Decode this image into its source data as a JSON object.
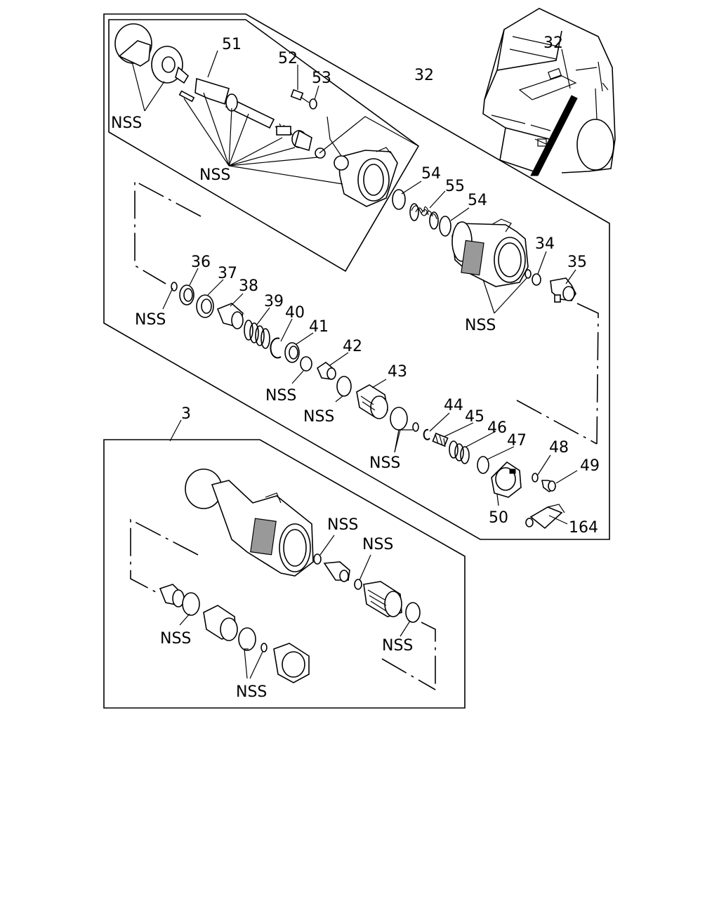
{
  "labels": {
    "n32_main": "32",
    "n32_truck": "32",
    "n51": "51",
    "n52": "52",
    "n53": "53",
    "n54_a": "54",
    "n55": "55",
    "n54_b": "54",
    "n34": "34",
    "n35": "35",
    "n36": "36",
    "n37": "37",
    "n38": "38",
    "n39": "39",
    "n40": "40",
    "n41": "41",
    "n42": "42",
    "n43": "43",
    "n44": "44",
    "n45": "45",
    "n46": "46",
    "n47": "47",
    "n48": "48",
    "n49": "49",
    "n50": "50",
    "n164": "164",
    "n3": "3"
  },
  "nss_text": "NSS",
  "colors": {
    "ink": "#000000",
    "paper": "#ffffff"
  }
}
